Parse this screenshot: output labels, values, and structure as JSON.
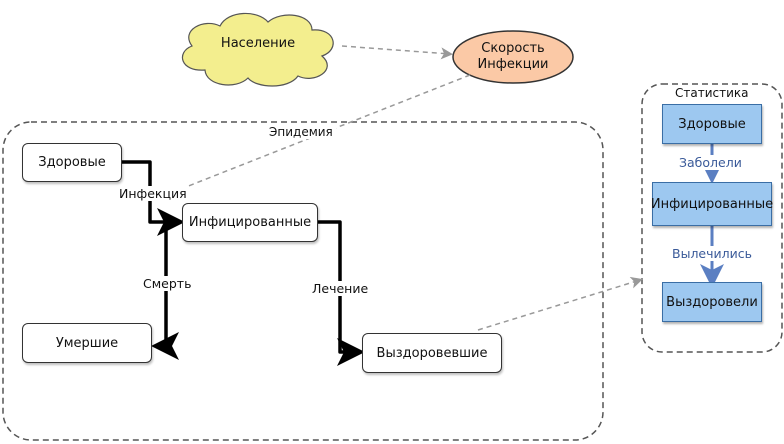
{
  "clouds": {
    "population": "Население"
  },
  "ellipses": {
    "infection_rate": "Скорость Инфекции"
  },
  "groups": {
    "epidemic": "Эпидемия",
    "statistics": "Статистика"
  },
  "nodes": {
    "healthy": "Здоровые",
    "infected": "Инфицированные",
    "dead": "Умершие",
    "recovered": "Выздоровевшие"
  },
  "edge_labels": {
    "infection": "Инфекция",
    "death": "Смерть",
    "treatment": "Лечение"
  },
  "stats": {
    "healthy": "Здоровые",
    "sick_label": "Заболели",
    "infected": "Инфицированные",
    "recovered_label": "Вылечились",
    "recovered": "Выздоровели"
  },
  "colors": {
    "cloud_fill": "#f3ee8e",
    "ellipse_fill": "#fbc9a6",
    "stat_fill": "#9dc8f0",
    "stat_arrow": "#5b7fc2",
    "dashed": "#999999"
  }
}
